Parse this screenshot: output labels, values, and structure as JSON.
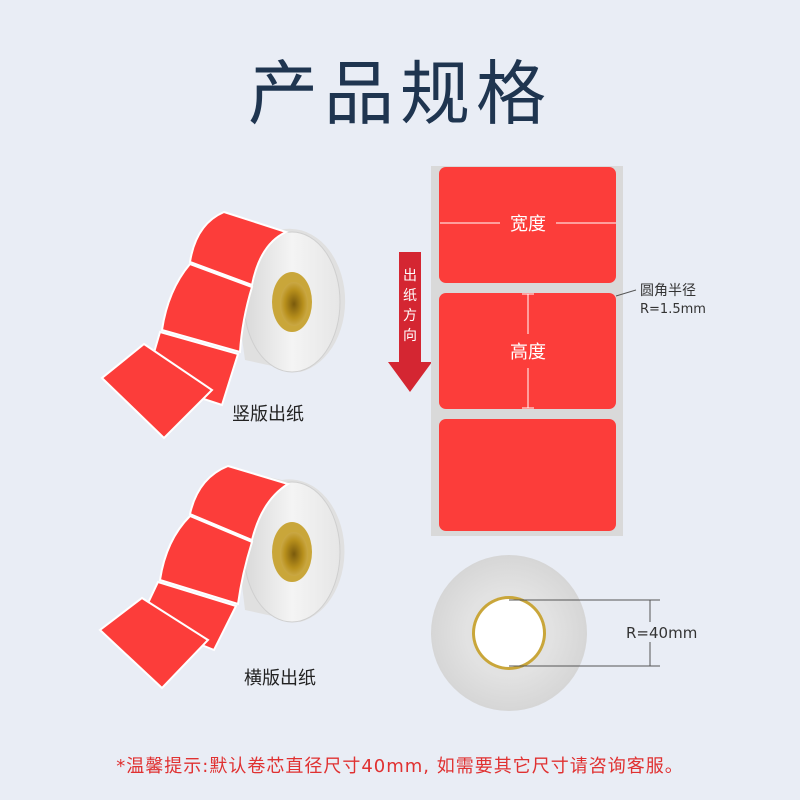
{
  "title": "产品规格",
  "roll_vertical": {
    "caption": "竖版出纸"
  },
  "roll_horizontal": {
    "caption": "横版出纸"
  },
  "direction": {
    "label_chars": [
      "出",
      "纸",
      "方",
      "向"
    ]
  },
  "dimensions": {
    "width_label": "宽度",
    "height_label": "高度",
    "corner_label": "圆角半径",
    "corner_value": "R=1.5mm",
    "core_radius": "R=40mm"
  },
  "notice": "*温馨提示:默认卷芯直径尺寸40mm, 如需要其它尺寸请咨询客服。",
  "colors": {
    "label_red": "#fc3d3a",
    "arrow_red": "#d42632",
    "title_navy": "#1f3550",
    "background": "#e9edf5"
  }
}
